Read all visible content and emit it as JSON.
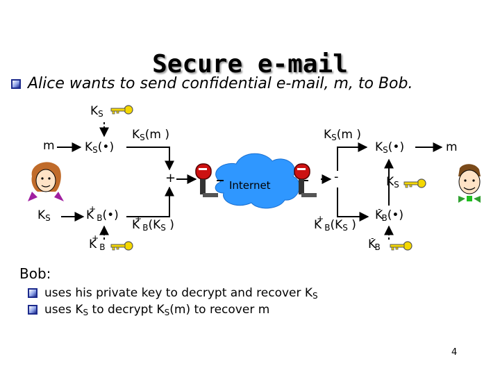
{
  "title": "Secure e-mail",
  "intro": "Alice wants to send confidential e-mail, m, to Bob.",
  "labels": {
    "ks_top": "K",
    "ks_top_sub": "S",
    "m_left": "m",
    "ks_func_left": "K",
    "ks_func_left_sub": "S",
    "ks_func_left_arg": "(•)",
    "ks_m_left": "K",
    "ks_m_left_sub": "S",
    "ks_m_left_arg": "(m )",
    "plus": "+",
    "internet": "Internet",
    "minus": "-",
    "ks_m_right": "K",
    "ks_m_right_sub": "S",
    "ks_m_right_arg": "(m )",
    "ks_func_right": "K",
    "ks_func_right_sub": "S",
    "ks_func_right_arg": "(•)",
    "m_right": "m",
    "ks_left": "K",
    "ks_left_sub": "S",
    "kb_pub_func": "K",
    "kb_pub_func_sup": "+",
    "kb_pub_func_sub": "B",
    "kb_pub_func_arg": "(•)",
    "kb_pub_ks_left": "K",
    "kb_pub_ks_left_sup": "+",
    "kb_pub_ks_left_sub": "B",
    "kb_pub_ks_left_arg": "(K",
    "kb_pub_ks_left_arg_sub": "S",
    "kb_pub_ks_left_close": " )",
    "kb_pub_key": "K",
    "kb_pub_key_sup": "+",
    "kb_pub_key_sub": "B",
    "kb_pub_ks_right": "K",
    "kb_pub_ks_right_sup": "+",
    "kb_pub_ks_right_sub": "B",
    "kb_pub_ks_right_arg": "(K",
    "kb_pub_ks_right_arg_sub": "S",
    "kb_pub_ks_right_close": " )",
    "ks_right": "K",
    "ks_right_sub": "S",
    "kb_priv_func": "K",
    "kb_priv_func_sup": "-",
    "kb_priv_func_sub": "B",
    "kb_priv_func_arg": "(•)",
    "kb_priv_key": "K",
    "kb_priv_key_sup": "-",
    "kb_priv_key_sub": "B"
  },
  "bob": {
    "heading": "Bob:",
    "items": [
      {
        "pre": "uses his private key to decrypt and recover K",
        "sub": "S",
        "post": ""
      },
      {
        "pre": "uses K",
        "sub": "S",
        "mid": " to decrypt K",
        "sub2": "S",
        "post": "(m) to recover m"
      }
    ]
  },
  "page_number": "4",
  "colors": {
    "bullet": "#1c2a8c",
    "internet_cloud": "#2f97ff",
    "mailbox": "#cc1111",
    "key": "#e8c400"
  },
  "icons": [
    "alice-avatar",
    "bob-avatar",
    "mailbox-icon",
    "key-icon",
    "internet-cloud"
  ]
}
